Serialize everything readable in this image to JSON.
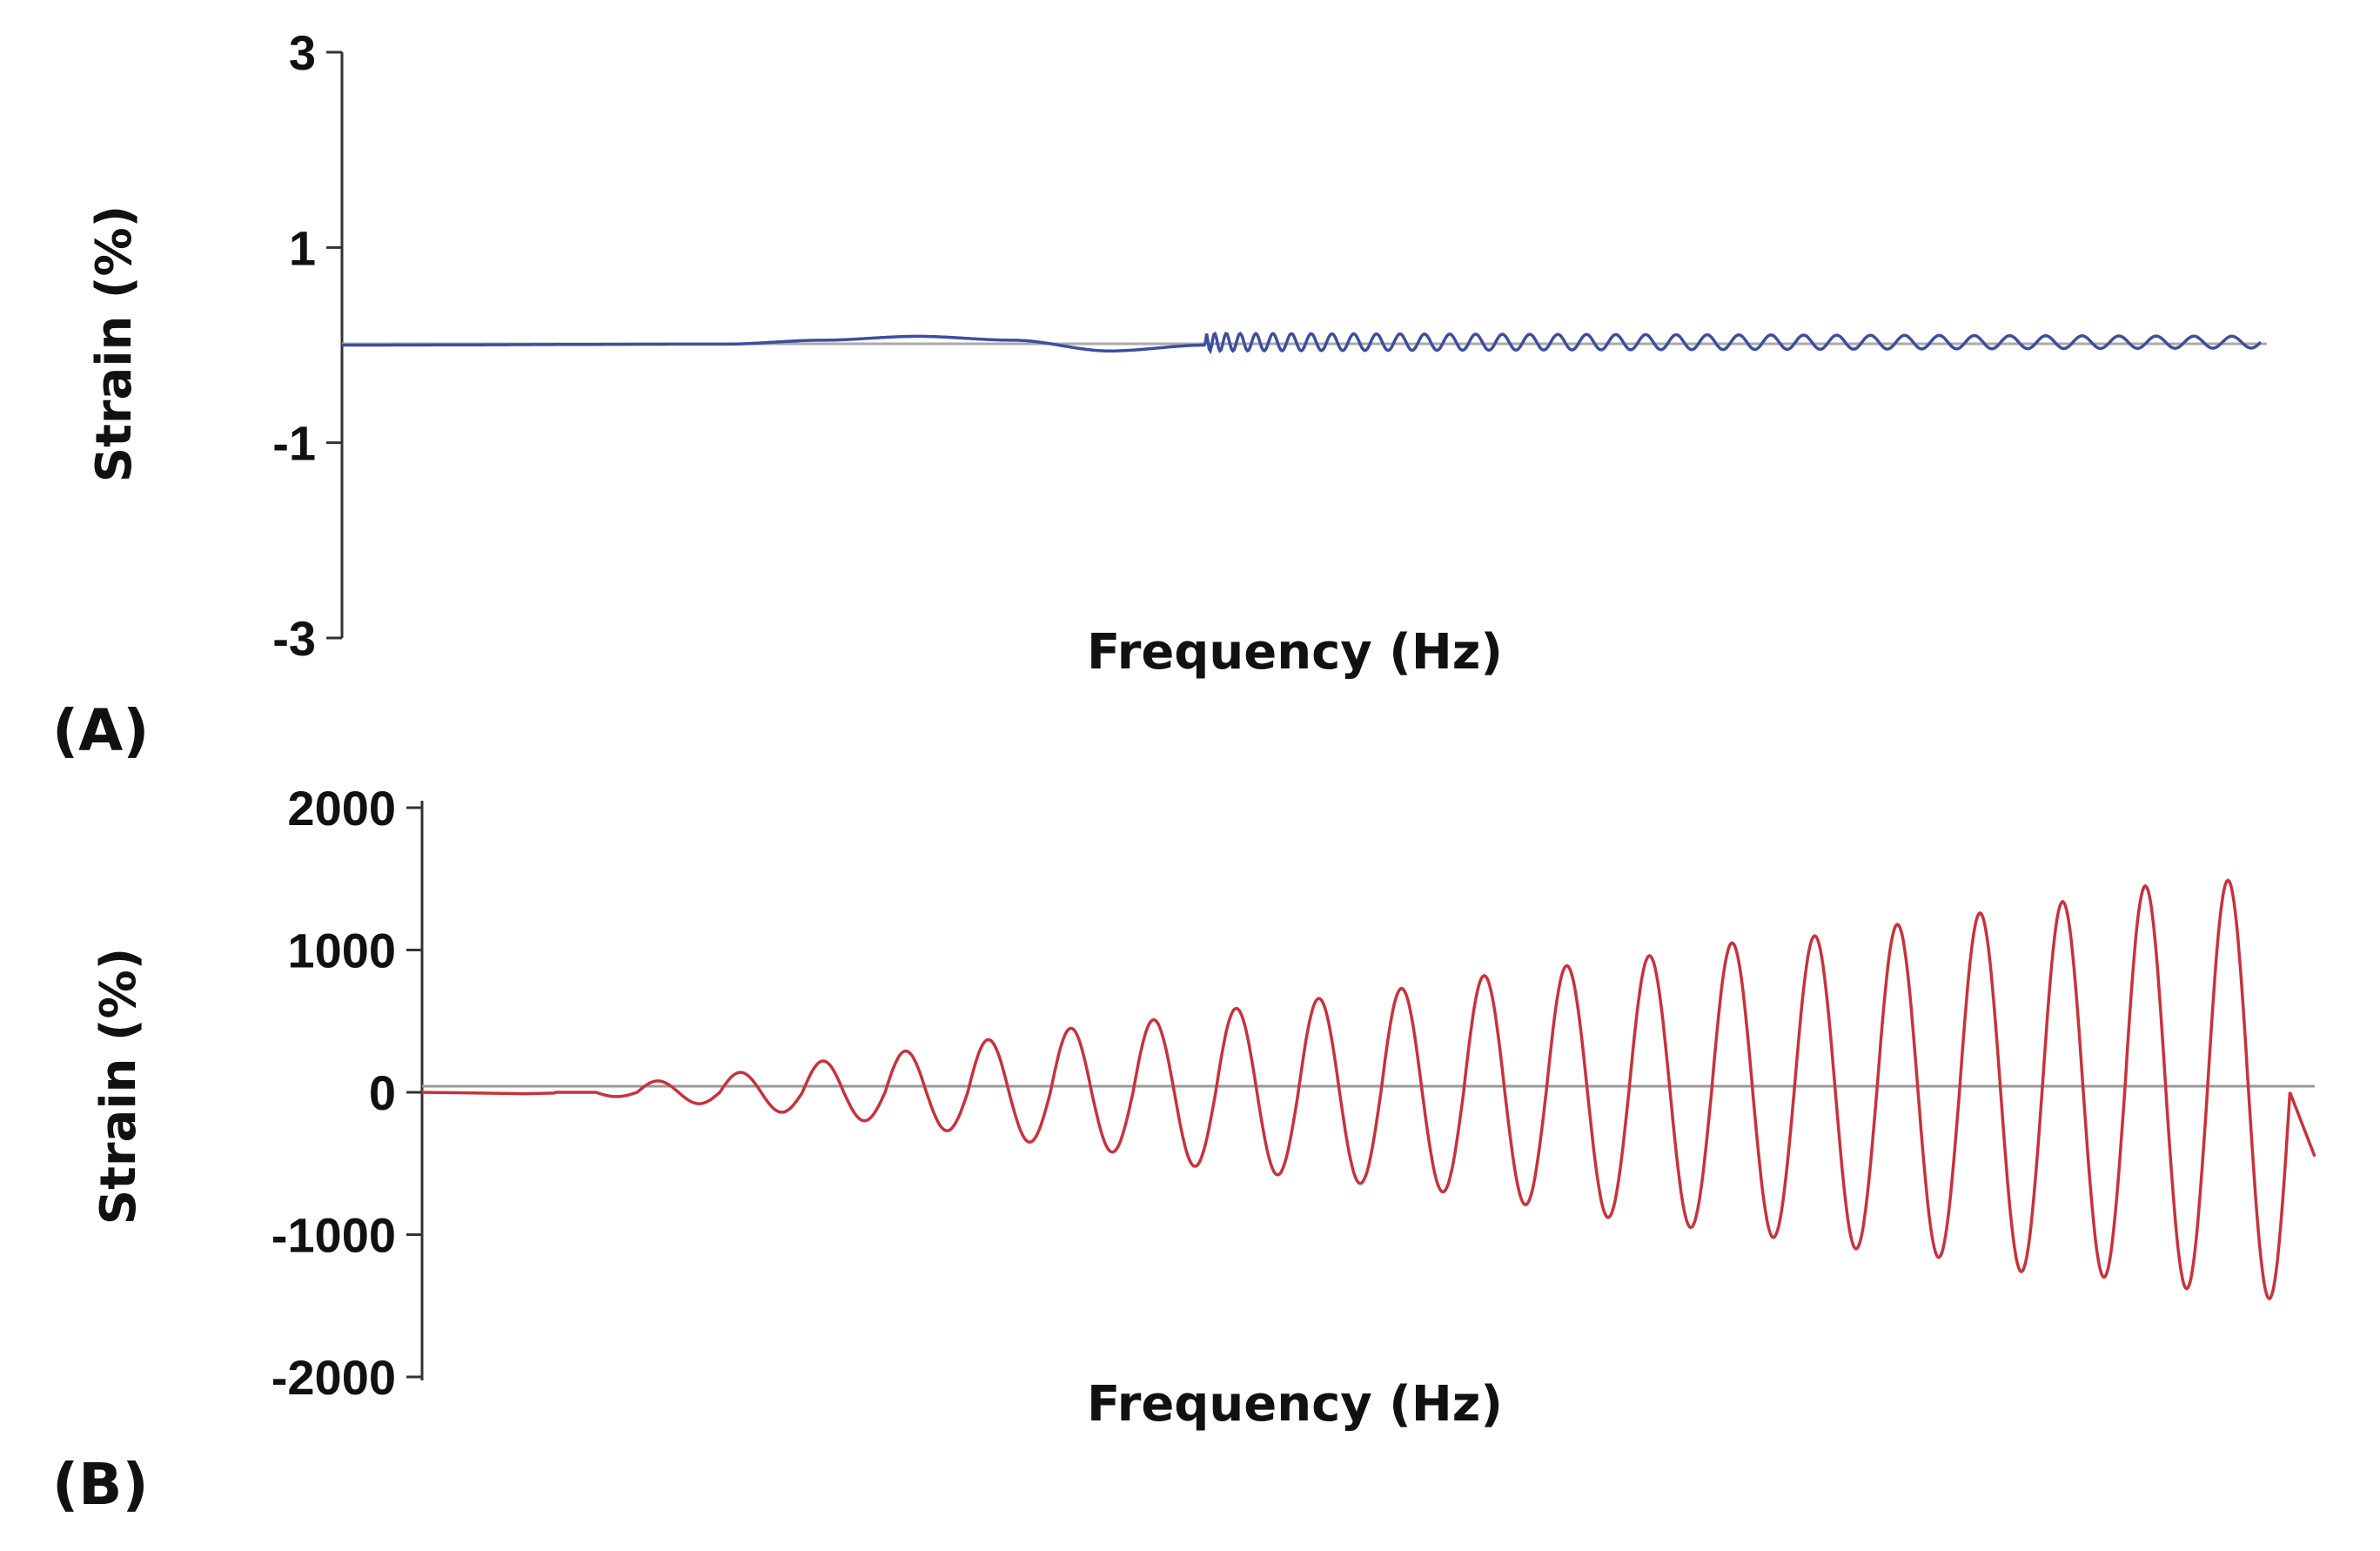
{
  "chart_data": [
    {
      "type": "line",
      "panel_label": "(A)",
      "xlabel": "Frequency (Hz)",
      "ylabel": "Strain (%)",
      "ylim": [
        -3,
        3
      ],
      "yticks": [
        3,
        1,
        -1,
        -3
      ],
      "x_tick_labels": false,
      "grid": false,
      "zero_line": true,
      "series": [
        {
          "color": "#3c4f9e",
          "description_points": [
            {
              "x": 0.0,
              "y": 0.0
            },
            {
              "x": 0.2,
              "y": 0.01
            },
            {
              "x": 0.25,
              "y": 0.05
            },
            {
              "x": 0.3,
              "y": 0.09
            },
            {
              "x": 0.35,
              "y": 0.05
            },
            {
              "x": 0.4,
              "y": -0.06
            },
            {
              "x": 0.45,
              "y": 0.0
            },
            {
              "x": 0.48,
              "y": 0.12
            },
            {
              "x": 0.53,
              "y": -0.12
            },
            {
              "x": 0.6,
              "y": 0.1
            },
            {
              "x": 1.0,
              "y": 0.05
            }
          ],
          "oscillation": {
            "amplitude_start": 0.09,
            "amplitude_end": 0.06,
            "cycles": 38
          }
        }
      ]
    },
    {
      "type": "line",
      "panel_label": "(B)",
      "xlabel": "Frequency (Hz)",
      "ylabel": "Strain (%)",
      "ylim": [
        -2000,
        2000
      ],
      "yticks": [
        2000,
        1000,
        0,
        -1000,
        -2000
      ],
      "x_tick_labels": false,
      "grid": false,
      "zero_line": true,
      "series": [
        {
          "color": "#c8323c",
          "peaks": [
            0,
            80,
            140,
            220,
            290,
            370,
            450,
            510,
            590,
            660,
            730,
            820,
            890,
            960,
            1050,
            1100,
            1180,
            1260,
            1340,
            1450,
            1490
          ],
          "troughs": [
            -30,
            -80,
            -140,
            -200,
            -270,
            -350,
            -420,
            -520,
            -580,
            -640,
            -700,
            -790,
            -880,
            -950,
            -1020,
            -1100,
            -1160,
            -1260,
            -1300,
            -1380,
            -1450
          ],
          "end_value": -450
        }
      ]
    }
  ]
}
